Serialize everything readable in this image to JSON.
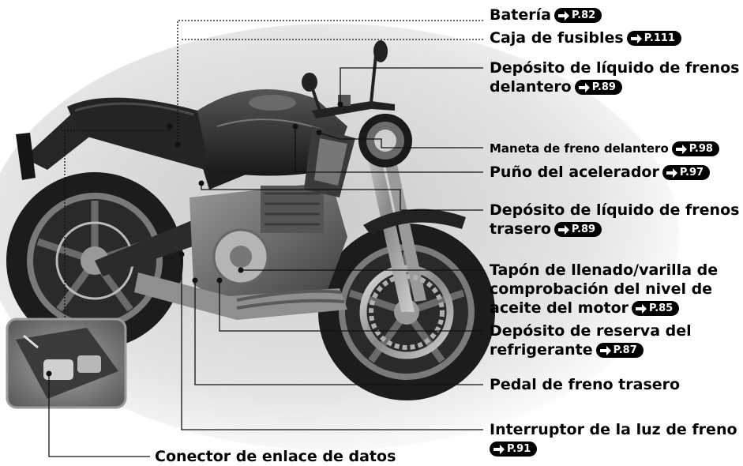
{
  "labels": {
    "bateria": {
      "text": "Batería",
      "page": "P.82"
    },
    "caja_fusibles": {
      "text": "Caja de fusibles",
      "page": "P.111"
    },
    "deposito_freno_delantero": {
      "line1": "Depósito de líquido de frenos",
      "line2": "delantero",
      "page": "P.89"
    },
    "maneta_freno": {
      "text": "Maneta de freno delantero",
      "page": "P.98"
    },
    "puno_acelerador": {
      "text": "Puño del acelerador",
      "page": "P.97"
    },
    "deposito_freno_trasero": {
      "line1": "Depósito de líquido de frenos",
      "line2": "trasero",
      "page": "P.89"
    },
    "tapon_aceite": {
      "line1": "Tapón de llenado/varilla de",
      "line2": "comprobación del nivel de",
      "line3": "aceite del motor",
      "page": "P.85"
    },
    "deposito_refrigerante": {
      "line1": "Depósito de reserva del",
      "line2": "refrigerante",
      "page": "P.87"
    },
    "pedal_freno": {
      "text": "Pedal de freno trasero"
    },
    "interruptor_luz": {
      "text": "Interruptor de la luz de freno",
      "page": "P.91"
    },
    "conector_datos": {
      "text": "Conector de enlace de datos"
    }
  },
  "colors": {
    "ink": "#000000",
    "background": "#ffffff",
    "leader": "#111111"
  }
}
